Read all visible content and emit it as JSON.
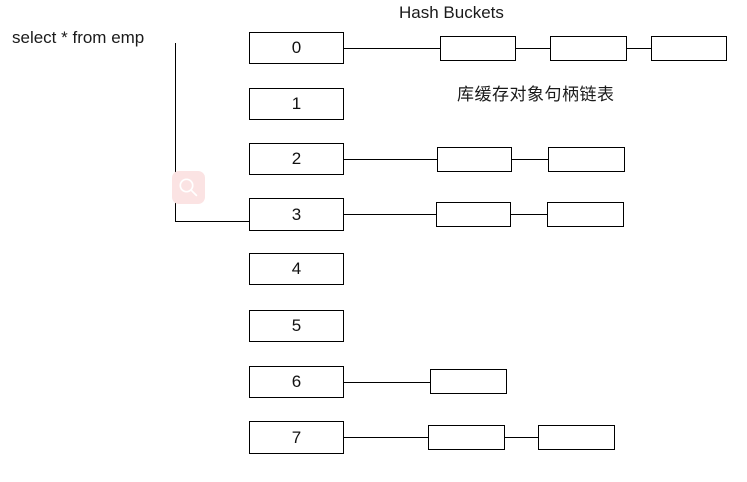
{
  "diagram": {
    "title": "Hash Buckets",
    "query_label": "select * from emp",
    "chain_caption": "库缓存对象句柄链表",
    "watermark_icon": "search-icon",
    "colors": {
      "stroke": "#000000",
      "background": "#ffffff",
      "text": "#111111",
      "watermark_pink": "#fbe3e3",
      "watermark_glyph": "#ffffff"
    },
    "buckets": [
      {
        "label": "0",
        "chain_nodes": 3
      },
      {
        "label": "1",
        "chain_nodes": 0
      },
      {
        "label": "2",
        "chain_nodes": 2
      },
      {
        "label": "3",
        "chain_nodes": 2
      },
      {
        "label": "4",
        "chain_nodes": 0
      },
      {
        "label": "5",
        "chain_nodes": 0
      },
      {
        "label": "6",
        "chain_nodes": 1
      },
      {
        "label": "7",
        "chain_nodes": 2
      }
    ],
    "pointer": {
      "from": "select * from emp",
      "to_bucket": "3"
    }
  }
}
